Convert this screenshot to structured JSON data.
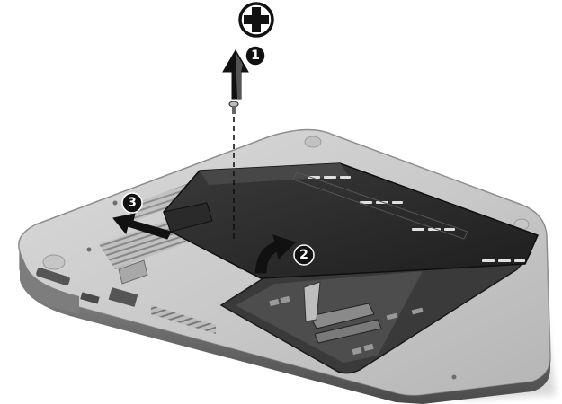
{
  "steps": [
    {
      "number": "1",
      "action": "remove-screw"
    },
    {
      "number": "2",
      "action": "lift-cover"
    },
    {
      "number": "3",
      "action": "slide-cover-out"
    }
  ],
  "tool": {
    "icon": "phillips-screwdriver-icon"
  },
  "colors": {
    "chassis_light": "#d3d3d3",
    "chassis_mid": "#b9b9b9",
    "chassis_dark": "#6b6b6b",
    "cover": "#2b2b2b",
    "cover_dark": "#1a1a1a",
    "bay": "#3a3a3a",
    "callout": "#111111",
    "arrow": "#111111"
  }
}
